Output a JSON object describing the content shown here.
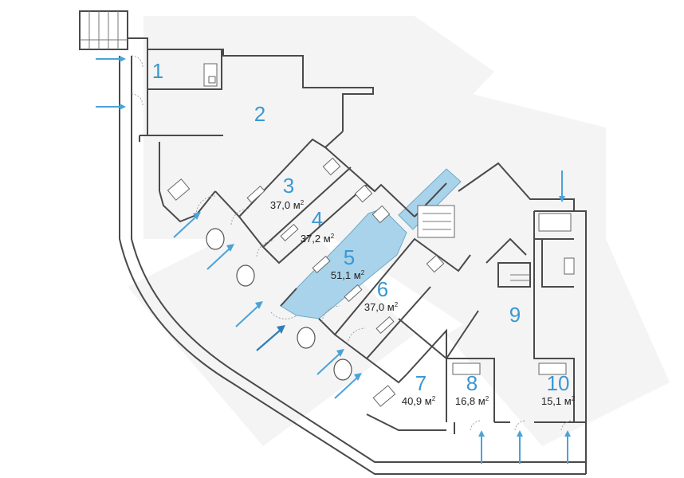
{
  "colors": {
    "highlight": "#a9d3ea",
    "label": "#3a98d2",
    "wall": "#4a4a4a",
    "arrow": "#4aa3d8"
  },
  "units": {
    "room_1": {
      "number": "1",
      "area": ""
    },
    "room_2": {
      "number": "2",
      "area": ""
    },
    "room_3": {
      "number": "3",
      "area": "37,0 м"
    },
    "room_4": {
      "number": "4",
      "area": "37,2 м"
    },
    "room_5": {
      "number": "5",
      "area": "51,1 м",
      "highlighted": true
    },
    "room_6": {
      "number": "6",
      "area": "37,0 м"
    },
    "room_7": {
      "number": "7",
      "area": "40,9 м"
    },
    "room_8": {
      "number": "8",
      "area": "16,8 м"
    },
    "room_9": {
      "number": "9",
      "area": ""
    },
    "room_10": {
      "number": "10",
      "area": "15,1 м"
    }
  },
  "area_superscript": "2"
}
